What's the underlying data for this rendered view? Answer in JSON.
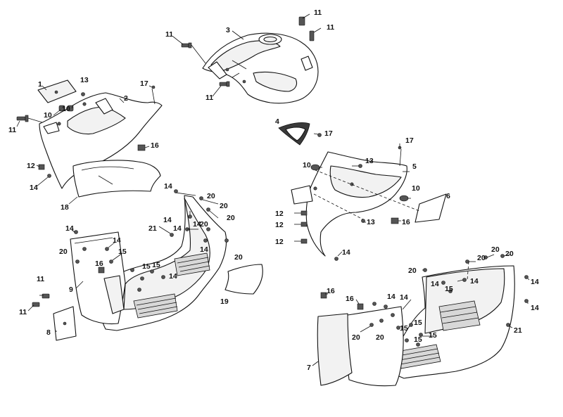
{
  "diagram": {
    "callouts": [
      {
        "id": "c1",
        "text": "11"
      },
      {
        "id": "c2",
        "text": "11"
      },
      {
        "id": "c3",
        "text": "11"
      },
      {
        "id": "c4",
        "text": "3"
      },
      {
        "id": "c5",
        "text": "11"
      },
      {
        "id": "c6",
        "text": "1"
      },
      {
        "id": "c7",
        "text": "13"
      },
      {
        "id": "c8",
        "text": "2"
      },
      {
        "id": "c9",
        "text": "17"
      },
      {
        "id": "c10",
        "text": "10"
      },
      {
        "id": "c11",
        "text": "10"
      },
      {
        "id": "c12",
        "text": "11"
      },
      {
        "id": "c13",
        "text": "16"
      },
      {
        "id": "c14",
        "text": "12"
      },
      {
        "id": "c15",
        "text": "14"
      },
      {
        "id": "c16",
        "text": "18"
      },
      {
        "id": "c17",
        "text": "14"
      },
      {
        "id": "c18",
        "text": "20"
      },
      {
        "id": "c19",
        "text": "20"
      },
      {
        "id": "c20",
        "text": "14"
      },
      {
        "id": "c21",
        "text": "20"
      },
      {
        "id": "c22",
        "text": "20"
      },
      {
        "id": "c23",
        "text": "21"
      },
      {
        "id": "c24",
        "text": "14"
      },
      {
        "id": "c25",
        "text": "14"
      },
      {
        "id": "c26",
        "text": "14"
      },
      {
        "id": "c27",
        "text": "20"
      },
      {
        "id": "c28",
        "text": "14"
      },
      {
        "id": "c29",
        "text": "16"
      },
      {
        "id": "c30",
        "text": "15"
      },
      {
        "id": "c31",
        "text": "20"
      },
      {
        "id": "c32",
        "text": "14"
      },
      {
        "id": "c33",
        "text": "9"
      },
      {
        "id": "c34",
        "text": "15"
      },
      {
        "id": "c35",
        "text": "15"
      },
      {
        "id": "c36",
        "text": "14"
      },
      {
        "id": "c37",
        "text": "19"
      },
      {
        "id": "c38",
        "text": "11"
      },
      {
        "id": "c39",
        "text": "11"
      },
      {
        "id": "c40",
        "text": "8"
      },
      {
        "id": "c41",
        "text": "4"
      },
      {
        "id": "c42",
        "text": "17"
      },
      {
        "id": "c43",
        "text": "17"
      },
      {
        "id": "c44",
        "text": "13"
      },
      {
        "id": "c45",
        "text": "10"
      },
      {
        "id": "c46",
        "text": "5"
      },
      {
        "id": "c47",
        "text": "10"
      },
      {
        "id": "c48",
        "text": "6"
      },
      {
        "id": "c49",
        "text": "12"
      },
      {
        "id": "c50",
        "text": "13"
      },
      {
        "id": "c51",
        "text": "16"
      },
      {
        "id": "c52",
        "text": "12"
      },
      {
        "id": "c53",
        "text": "12"
      },
      {
        "id": "c54",
        "text": "14"
      },
      {
        "id": "c55",
        "text": "20"
      },
      {
        "id": "c56",
        "text": "20"
      },
      {
        "id": "c57",
        "text": "20"
      },
      {
        "id": "c58",
        "text": "20"
      },
      {
        "id": "c59",
        "text": "14"
      },
      {
        "id": "c60",
        "text": "15"
      },
      {
        "id": "c61",
        "text": "14"
      },
      {
        "id": "c62",
        "text": "14"
      },
      {
        "id": "c63",
        "text": "16"
      },
      {
        "id": "c64",
        "text": "16"
      },
      {
        "id": "c65",
        "text": "14"
      },
      {
        "id": "c66",
        "text": "14"
      },
      {
        "id": "c67",
        "text": "14"
      },
      {
        "id": "c68",
        "text": "15"
      },
      {
        "id": "c69",
        "text": "15"
      },
      {
        "id": "c70",
        "text": "21"
      },
      {
        "id": "c71",
        "text": "20"
      },
      {
        "id": "c72",
        "text": "20"
      },
      {
        "id": "c73",
        "text": "15"
      },
      {
        "id": "c74",
        "text": "15"
      },
      {
        "id": "c75",
        "text": "7"
      }
    ]
  }
}
